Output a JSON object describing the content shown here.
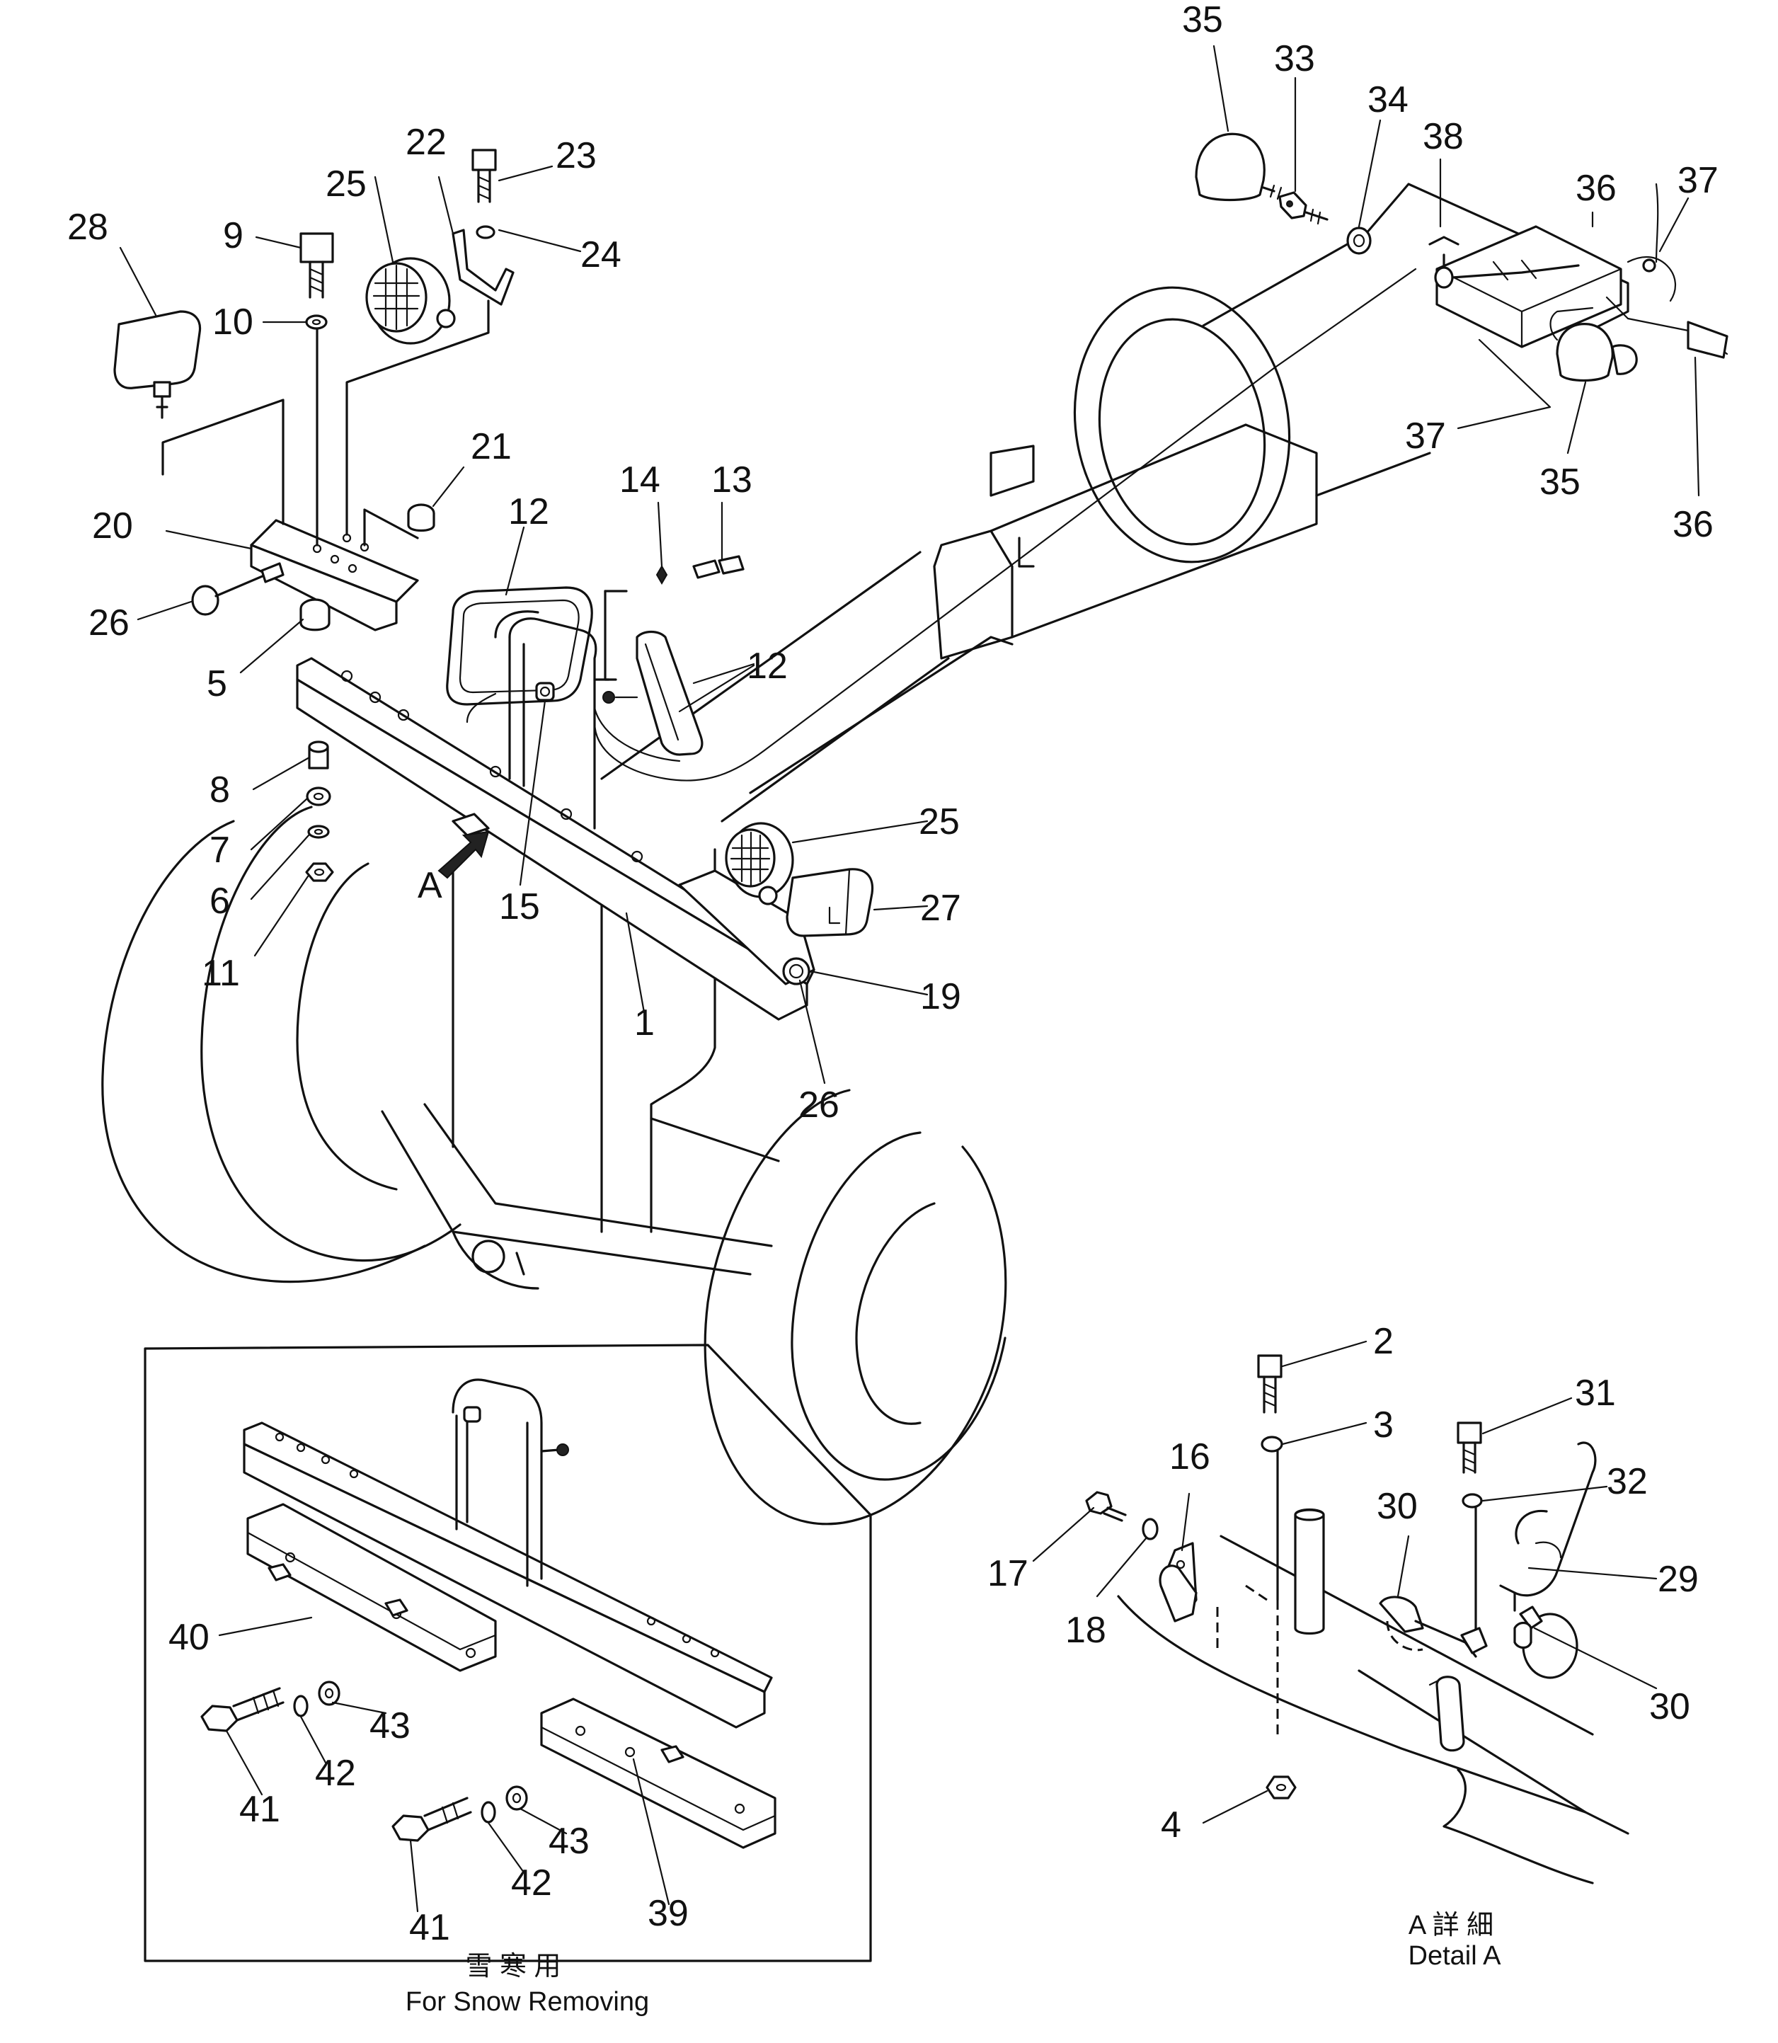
{
  "callouts": [
    {
      "id": "35a",
      "text": "35"
    },
    {
      "id": "33",
      "text": "33"
    },
    {
      "id": "34",
      "text": "34"
    },
    {
      "id": "38",
      "text": "38"
    },
    {
      "id": "36a",
      "text": "36"
    },
    {
      "id": "37a",
      "text": "37"
    },
    {
      "id": "37b",
      "text": "37"
    },
    {
      "id": "35b",
      "text": "35"
    },
    {
      "id": "36b",
      "text": "36"
    },
    {
      "id": "22",
      "text": "22"
    },
    {
      "id": "23",
      "text": "23"
    },
    {
      "id": "25a",
      "text": "25"
    },
    {
      "id": "24",
      "text": "24"
    },
    {
      "id": "28",
      "text": "28"
    },
    {
      "id": "9",
      "text": "9"
    },
    {
      "id": "10",
      "text": "10"
    },
    {
      "id": "21",
      "text": "21"
    },
    {
      "id": "20",
      "text": "20"
    },
    {
      "id": "26a",
      "text": "26"
    },
    {
      "id": "5",
      "text": "5"
    },
    {
      "id": "12a",
      "text": "12"
    },
    {
      "id": "14",
      "text": "14"
    },
    {
      "id": "13",
      "text": "13"
    },
    {
      "id": "12b",
      "text": "12"
    },
    {
      "id": "8",
      "text": "8"
    },
    {
      "id": "7",
      "text": "7"
    },
    {
      "id": "6",
      "text": "6"
    },
    {
      "id": "11",
      "text": "11"
    },
    {
      "id": "15",
      "text": "15"
    },
    {
      "id": "25b",
      "text": "25"
    },
    {
      "id": "27",
      "text": "27"
    },
    {
      "id": "19",
      "text": "19"
    },
    {
      "id": "1",
      "text": "1"
    },
    {
      "id": "26b",
      "text": "26"
    },
    {
      "id": "2",
      "text": "2"
    },
    {
      "id": "3",
      "text": "3"
    },
    {
      "id": "31",
      "text": "31"
    },
    {
      "id": "32",
      "text": "32"
    },
    {
      "id": "16",
      "text": "16"
    },
    {
      "id": "30a",
      "text": "30"
    },
    {
      "id": "17",
      "text": "17"
    },
    {
      "id": "18",
      "text": "18"
    },
    {
      "id": "29",
      "text": "29"
    },
    {
      "id": "30b",
      "text": "30"
    },
    {
      "id": "4",
      "text": "4"
    },
    {
      "id": "40",
      "text": "40"
    },
    {
      "id": "43a",
      "text": "43"
    },
    {
      "id": "42a",
      "text": "42"
    },
    {
      "id": "41a",
      "text": "41"
    },
    {
      "id": "43b",
      "text": "43"
    },
    {
      "id": "42b",
      "text": "42"
    },
    {
      "id": "41b",
      "text": "41"
    },
    {
      "id": "39",
      "text": "39"
    }
  ],
  "view_marker": "A",
  "inset_snow": {
    "caption_jp": "雪 寒 用",
    "caption_en": "For Snow Removing"
  },
  "detail_a": {
    "caption_jp": "A 詳 細",
    "caption_en": "Detail A"
  }
}
